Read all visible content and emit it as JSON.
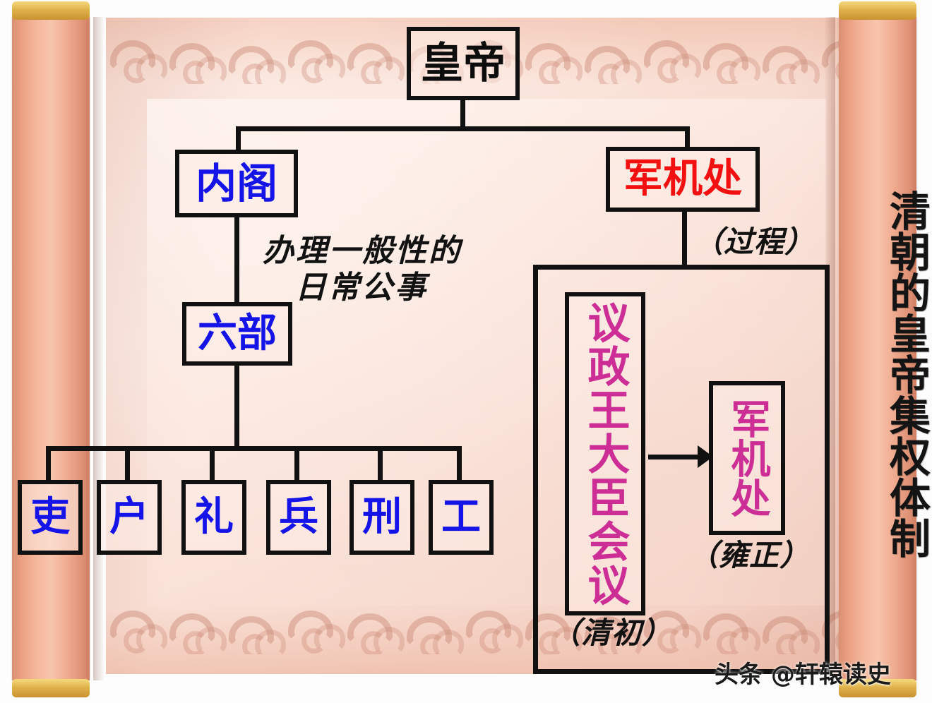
{
  "title_vertical": "清朝的皇帝集权体制",
  "watermark": "头条 @轩辕读史",
  "nodes": {
    "emperor": "皇帝",
    "cabinet": "内阁",
    "grand_council": "军机处",
    "six_ministries_label": "六部",
    "deliberative_council": "议政王大臣会议",
    "grand_council_2": "军机处"
  },
  "ministries": [
    {
      "label": "吏"
    },
    {
      "label": "户"
    },
    {
      "label": "礼"
    },
    {
      "label": "兵"
    },
    {
      "label": "刑"
    },
    {
      "label": "工"
    }
  ],
  "notes": {
    "daily_affairs_line1": "办理一般性的",
    "daily_affairs_line2": "日常公事",
    "process": "（过程）",
    "yongzheng": "（雍正）",
    "qingchu": "（清初）"
  },
  "colors": {
    "emperor_text": "#0d0d0d",
    "cabinet_text": "#1414e8",
    "grand_council_text": "#f21010",
    "ministry_text": "#1414e8",
    "council_text": "#cc2e96",
    "box_border": "#111111",
    "paper": "#fbe8e0",
    "roller": "#f4b79c",
    "roller_cap": "#e0b24c"
  }
}
